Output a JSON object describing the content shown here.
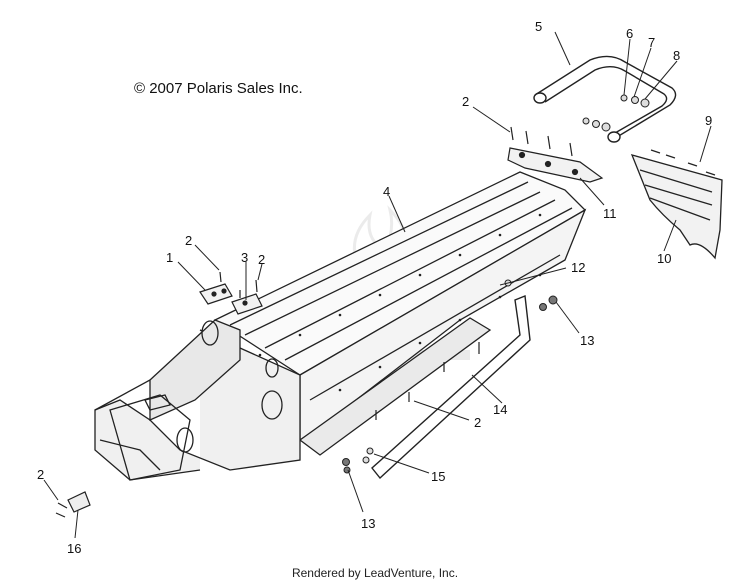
{
  "copyright": "© 2007 Polaris Sales Inc.",
  "footer": "Rendered by LeadVenture, Inc.",
  "callouts": {
    "c1": "1",
    "c2a": "2",
    "c2b": "2",
    "c2c": "2",
    "c2d": "2",
    "c2e": "2",
    "c3": "3",
    "c4": "4",
    "c5": "5",
    "c6": "6",
    "c7": "7",
    "c8": "8",
    "c9": "9",
    "c10": "10",
    "c11": "11",
    "c12": "12",
    "c13a": "13",
    "c13b": "13",
    "c14": "14",
    "c15": "15",
    "c16": "16"
  }
}
